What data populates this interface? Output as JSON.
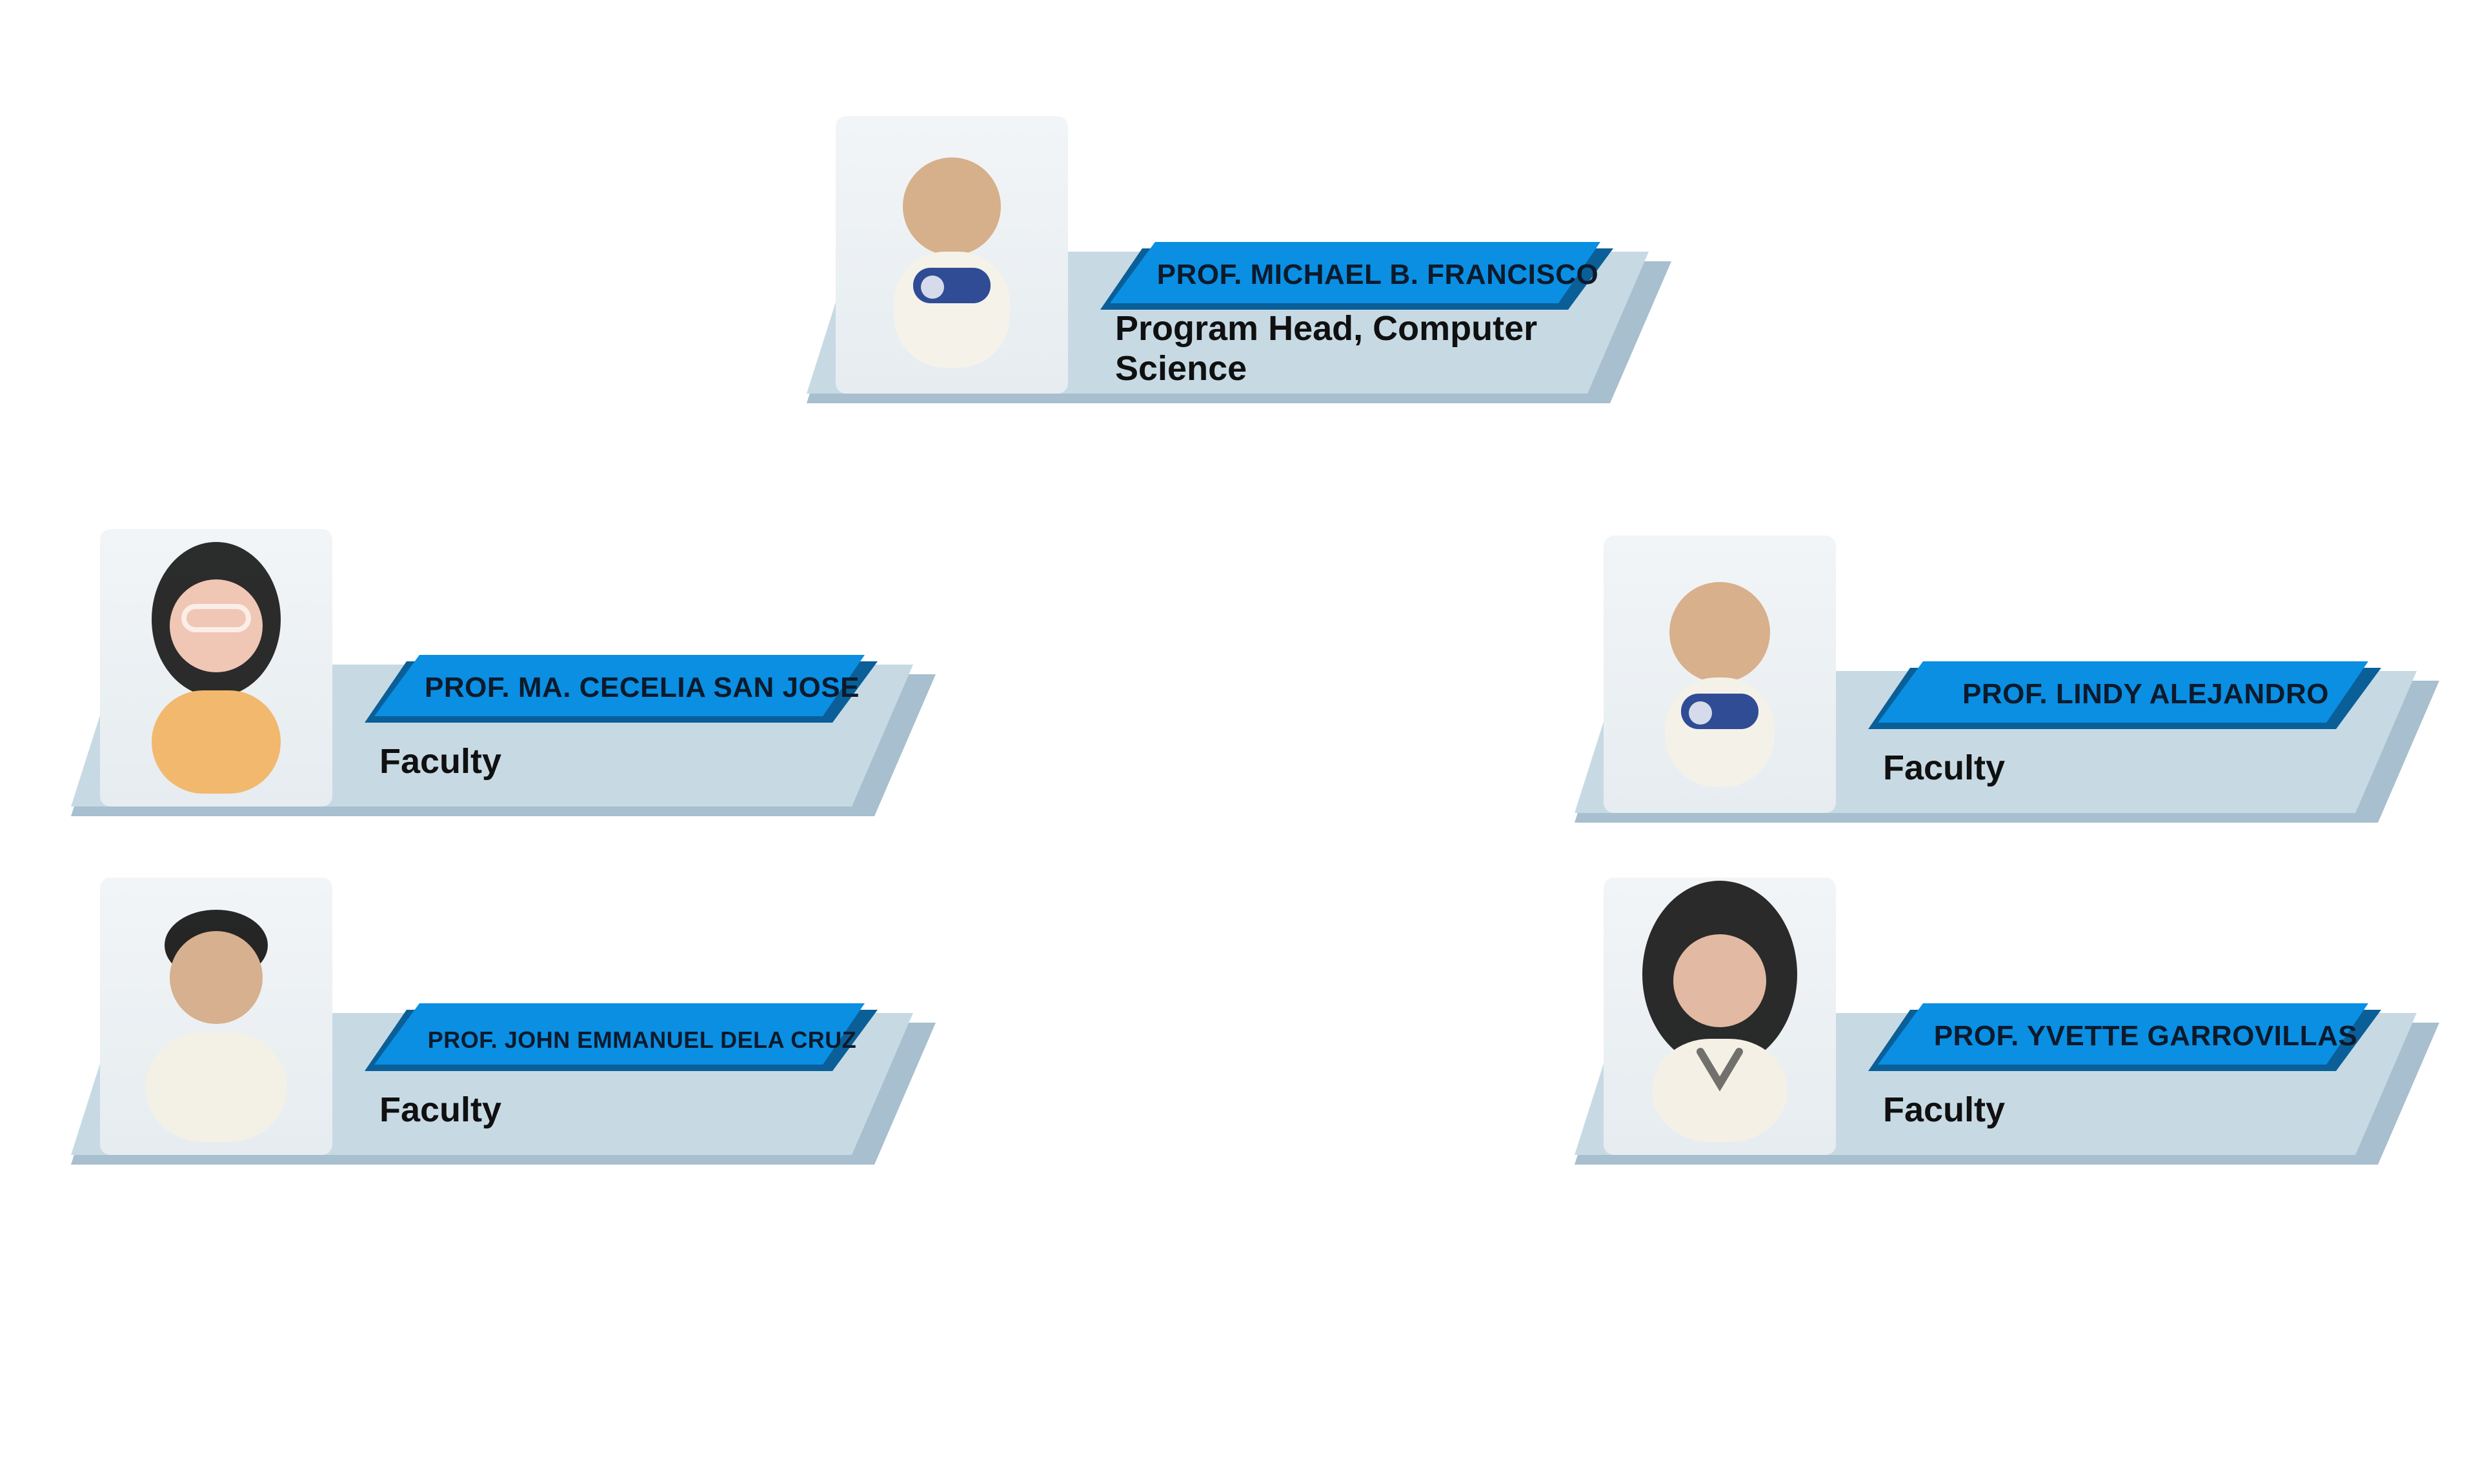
{
  "people": [
    {
      "name": "PROF. MICHAEL B. FRANCISCO",
      "role": "Program Head, Computer Science"
    },
    {
      "name": "PROF. MA. CECELIA  SAN JOSE",
      "role": "Faculty"
    },
    {
      "name": "PROF. LINDY ALEJANDRO",
      "role": "Faculty"
    },
    {
      "name": "PROF. JOHN EMMANUEL DELA CRUZ",
      "role": "Faculty"
    },
    {
      "name": "PROF. YVETTE GARROVILLAS",
      "role": "Faculty"
    }
  ],
  "colors": {
    "accent_blue": "#0a8fe3",
    "accent_blue_dark": "#0a5f98",
    "card_back": "#a7bfce",
    "card_front": "#c7dae4",
    "photo_bg": "#e9eef2"
  }
}
